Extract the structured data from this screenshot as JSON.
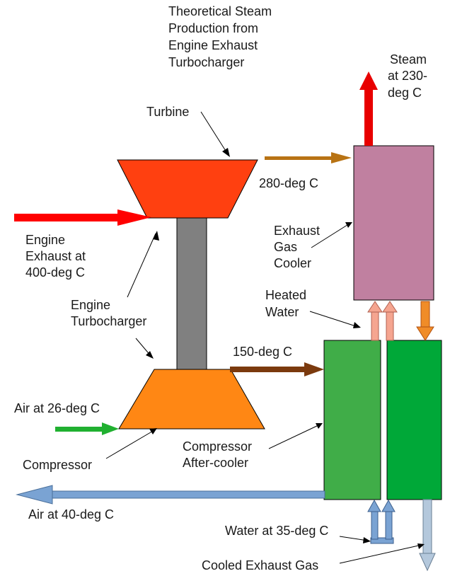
{
  "title": [
    "Theoretical Steam",
    "Production from",
    "Engine Exhaust",
    "Turbocharger"
  ],
  "labels": {
    "steam": [
      "Steam",
      "at 230-",
      "deg C"
    ],
    "turbine": "Turbine",
    "turbine_exit_temp": "280-deg C",
    "engine_exhaust": [
      "Engine",
      "Exhaust at",
      "400-deg C"
    ],
    "exhaust_gas_cooler": [
      "Exhaust",
      "Gas",
      "Cooler"
    ],
    "heated_water": [
      "Heated",
      "Water"
    ],
    "engine_turbocharger": [
      "Engine",
      "Turbocharger"
    ],
    "compressor_exit_temp": "150-deg C",
    "air_in": "Air at 26-deg C",
    "compressor": "Compressor",
    "after_cooler": [
      "Compressor",
      "After-cooler"
    ],
    "air_out": "Air at 40-deg C",
    "water_in": "Water at 35-deg C",
    "cooled_exhaust": "Cooled Exhaust Gas"
  },
  "colors": {
    "turbine": "#ff4010",
    "shaft": "#808080",
    "compressor": "#ff8714",
    "exhaust_cooler": "#c080a0",
    "after_cooler_left": "#40ad48",
    "after_cooler_right": "#00a838",
    "exhaust_arrow": "#ff0000",
    "steam_arrow": "#e80000",
    "hot_gas_arrow": "#b87314",
    "hot_air_arrow": "#7b3a0e",
    "cool_air_in_arrow": "#20b030",
    "cooled_air_arrow": "#7aa3d3",
    "water_arrow": "#7aa3d3",
    "heated_water_arrow": "#f5a590",
    "cooler_to_aftercooler_arrow": "#f08c28",
    "cooled_exhaust_arrow": "#b4c8dc"
  }
}
